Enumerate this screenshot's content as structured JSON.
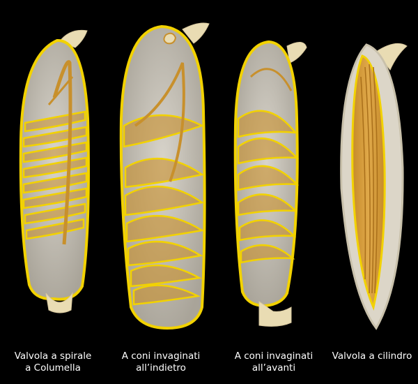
{
  "figure": {
    "colors": {
      "background": "#000000",
      "outline": "#f2d200",
      "tissue": "#c8902c",
      "cavity": "#bdb8ae",
      "wall": "#e9dcb3",
      "caption_text": "#ffffff"
    },
    "panels": [
      {
        "caption_lines": [
          "Valvola a spirale",
          "a Columella"
        ]
      },
      {
        "caption_lines": [
          "A coni invaginati",
          "all’indietro"
        ]
      },
      {
        "caption_lines": [
          "A coni invaginati",
          "all’avanti"
        ]
      },
      {
        "caption_lines": [
          "Valvola a cilindro"
        ]
      }
    ]
  }
}
